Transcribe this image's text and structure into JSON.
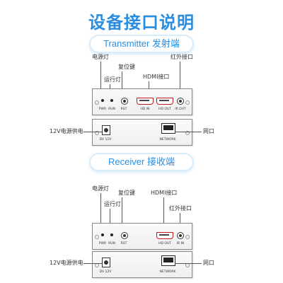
{
  "title": "设备接口说明",
  "sections": {
    "transmitter": {
      "heading": "Transmitter 发射端",
      "callouts": {
        "power_led": "电源灯",
        "run_led": "运行灯",
        "reset": "复位键",
        "hdmi": "HDMI接口",
        "ir": "红外接口",
        "dc": "12V电源供电",
        "network": "网口"
      },
      "front_ports": {
        "pwr": "PWR",
        "run": "RUN",
        "rst": "RST",
        "hd_in": "HD IN",
        "hd_out": "HD OUT",
        "ir_out": "IR OUT"
      },
      "rear_ports": {
        "dc": "DV 12V",
        "network": "NETWORK"
      }
    },
    "receiver": {
      "heading": "Receiver 接收端",
      "callouts": {
        "power_led": "电源灯",
        "run_led": "运行灯",
        "reset": "复位键",
        "hdmi": "HDMI接口",
        "ir": "红外接口",
        "dc": "12V电源供电",
        "network": "网口"
      },
      "front_ports": {
        "pwr": "PWR",
        "run": "RUN",
        "rst": "RST",
        "hd_out": "HD OUT",
        "ir_in": "IR IN"
      },
      "rear_ports": {
        "dc": "DV 12V",
        "network": "NETWORK"
      }
    }
  },
  "colors": {
    "accent": "#2a8de0",
    "hdmi_port": "#c01818",
    "panel_border": "#888888"
  }
}
